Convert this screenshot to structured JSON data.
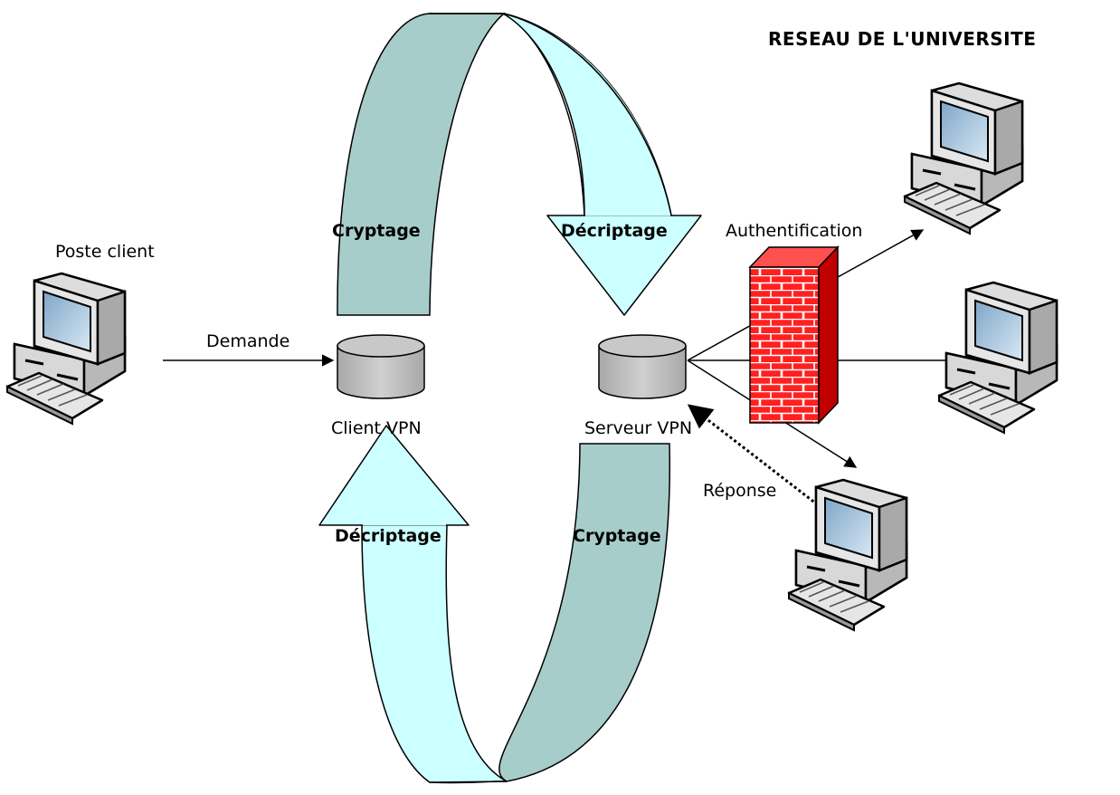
{
  "title": "RESEAU DE L'UNIVERSITE",
  "labels": {
    "poste_client": "Poste client",
    "demande": "Demande",
    "client_vpn": "Client VPN",
    "serveur_vpn": "Serveur VPN",
    "authentification": "Authentification",
    "reponse": "Réponse"
  },
  "arrows": {
    "top_left": "Cryptage",
    "top_right": "Décriptage",
    "bottom_left": "Décriptage",
    "bottom_right": "Cryptage"
  },
  "colors": {
    "arrow_dark": "#A7CDCB",
    "arrow_light": "#CCFFFF",
    "cylinder": "#C0C0C0",
    "firewall": "#FF2020",
    "firewall_side": "#C00000"
  },
  "icons": [
    "computer-icon",
    "database-icon",
    "firewall-icon"
  ]
}
